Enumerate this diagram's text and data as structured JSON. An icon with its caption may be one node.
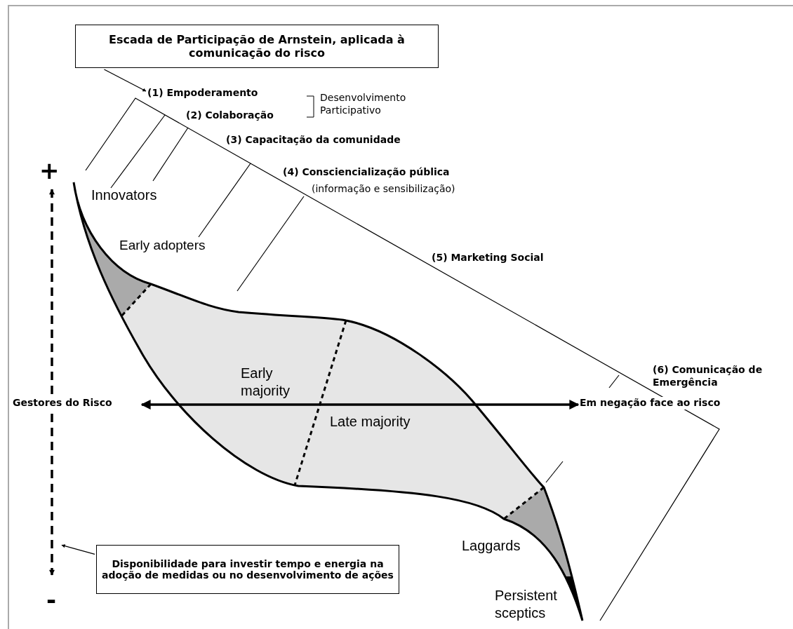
{
  "diagram": {
    "nodes": [
      {
        "text": [
          "Escada de Participação de Arnstein, aplicada à comunicação do risco"
        ]
      },
      {
        "text": [
          "Disponibilidade para investir tempo e energia na adoção de medidas ou no desenvolvimento de ações"
        ]
      },
      {
        "text": [],
        "shape": "arrow",
        "beside": [
          "+",
          "-"
        ]
      },
      {
        "text": [
          "Gestores do Risco"
        ]
      },
      {
        "text": [
          "Em negação face ao risco"
        ]
      },
      {
        "text": [
          "(1) Empoderamento"
        ]
      }
    ],
    "edges": [
      {
        "from": 0,
        "to": 5,
        "arrow": "to"
      },
      {
        "from": 1,
        "to": 2,
        "arrow": "to"
      },
      {
        "from": 3,
        "to": 4,
        "arrow": "both",
        "style": "thick"
      }
    ],
    "labels": [
      "Desenvolvimento Participativo",
      "(2) Colaboração",
      "(3) Capacitação da comunidade",
      "(4) Consciencialização pública",
      "(informação e sensibilização)",
      "Innovators",
      "Early adopters",
      "(5) Marketing Social",
      "Early majority",
      "(6) Comunicação de Emergência",
      "Late majority",
      "Laggards",
      "Persistent sceptics"
    ]
  }
}
